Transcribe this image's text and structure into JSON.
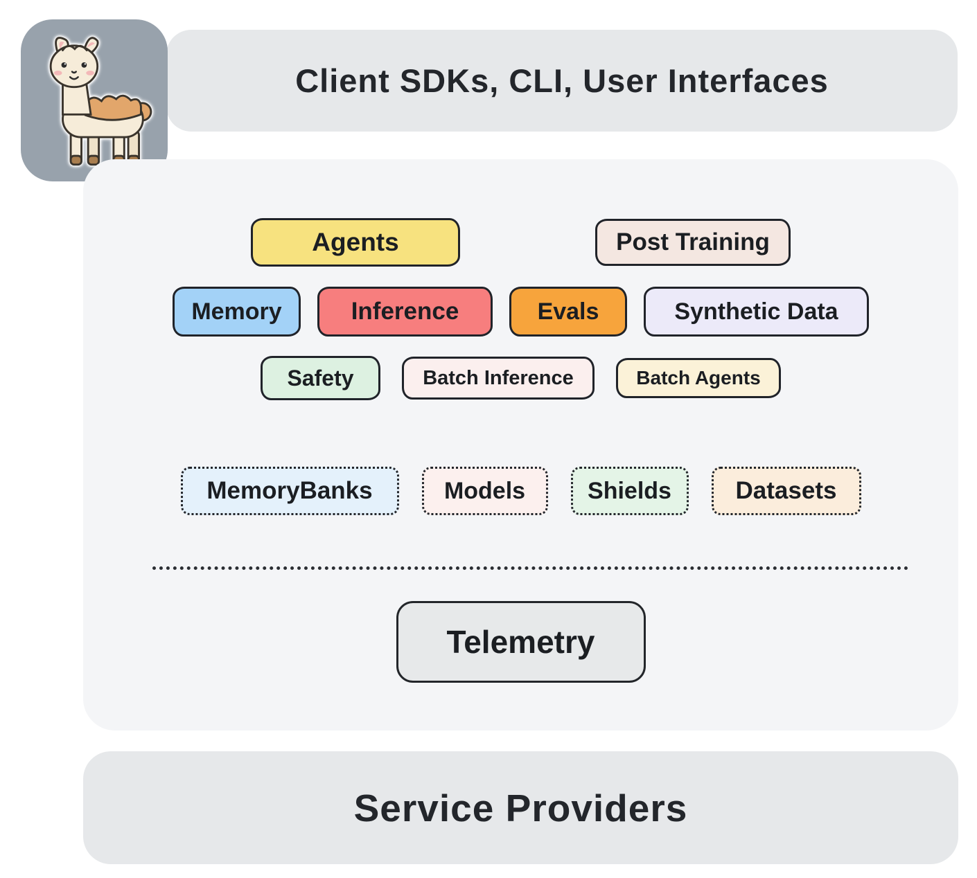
{
  "header": {
    "title": "Client SDKs, CLI, User Interfaces"
  },
  "logo": {
    "icon": "llama-mascot-sticker",
    "tile_color": "#98a2ac"
  },
  "stack": {
    "apis": {
      "agents": {
        "label": "Agents",
        "bg": "#f7e27f"
      },
      "post_training": {
        "label": "Post Training",
        "bg": "#f4e7e1"
      },
      "memory": {
        "label": "Memory",
        "bg": "#a3d2f7"
      },
      "inference": {
        "label": "Inference",
        "bg": "#f77e7e"
      },
      "evals": {
        "label": "Evals",
        "bg": "#f7a43c"
      },
      "synthetic_data": {
        "label": "Synthetic Data",
        "bg": "#eceaf9"
      },
      "safety": {
        "label": "Safety",
        "bg": "#ddf1e1"
      },
      "batch_inference": {
        "label": "Batch Inference",
        "bg": "#fbefee"
      },
      "batch_agents": {
        "label": "Batch Agents",
        "bg": "#fbf2d8"
      }
    },
    "resources": {
      "memory_banks": {
        "label": "MemoryBanks",
        "bg": "#e4f1fb"
      },
      "models": {
        "label": "Models",
        "bg": "#fcf0ee"
      },
      "shields": {
        "label": "Shields",
        "bg": "#e4f4e7"
      },
      "datasets": {
        "label": "Datasets",
        "bg": "#fbeddc"
      }
    },
    "telemetry": {
      "label": "Telemetry",
      "bg": "#e7e9ea"
    }
  },
  "footer": {
    "title": "Service Providers"
  }
}
